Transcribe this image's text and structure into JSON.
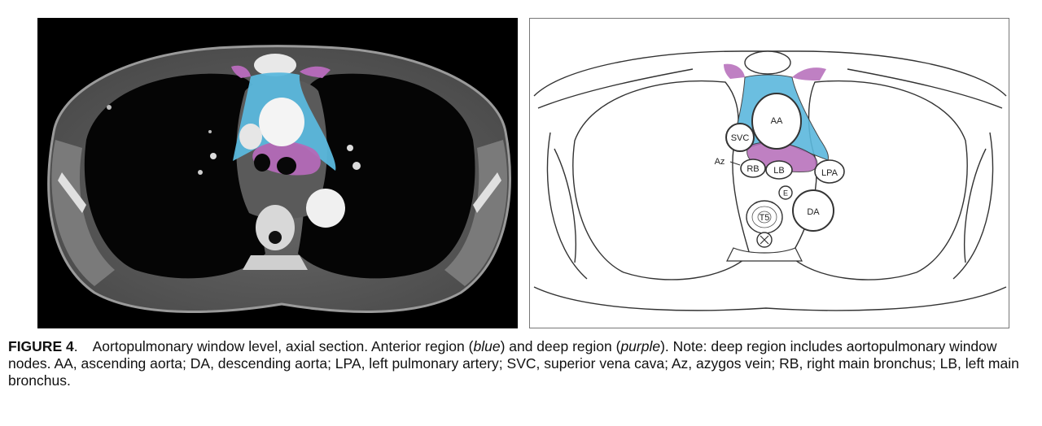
{
  "diagram_labels": {
    "aa": "AA",
    "svc": "SVC",
    "az": "Az",
    "rb": "RB",
    "lb": "LB",
    "lpa": "LPA",
    "e": "E",
    "t5": "T5",
    "da": "DA"
  },
  "caption": {
    "figure_label": "FIGURE 4",
    "period": ".",
    "part1": "Aortopulmonary window level, axial section. Anterior region (",
    "blue_word": "blue",
    "part2": ") and deep region (",
    "purple_word": "purple",
    "part3": "). Note: deep region includes aortopulmonary window nodes. AA, ascending aorta; DA, descending aorta; LPA, left pulmonary artery; SVC, superior vena cava; Az, azygos vein; RB, right main bronchus; LB, left main bronchus."
  },
  "colors": {
    "anterior_region": "#5bb8dd",
    "deep_region": "#b46ab8"
  }
}
